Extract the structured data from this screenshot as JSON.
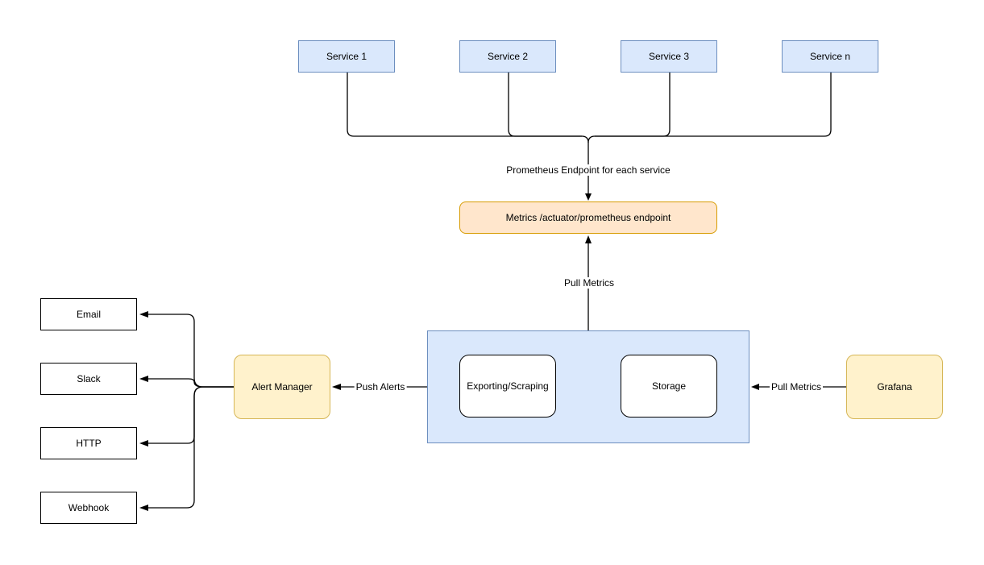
{
  "diagram": {
    "type": "architecture-flow",
    "background": "#ffffff"
  },
  "colors": {
    "service_fill": "#dae8fc",
    "service_stroke": "#6c8ebf",
    "container_fill": "#dae8fc",
    "container_stroke": "#6c8ebf",
    "metrics_fill": "#ffe6cc",
    "metrics_stroke": "#d79b00",
    "accent_fill": "#fff2cc",
    "accent_stroke": "#d6b656",
    "plain_fill": "#ffffff",
    "line_color": "#000000",
    "text_color": "#000000"
  },
  "nodes": {
    "services": [
      {
        "label": "Service 1"
      },
      {
        "label": "Service 2"
      },
      {
        "label": "Service 3"
      },
      {
        "label": "Service n"
      }
    ],
    "metrics_endpoint": {
      "label": "Metrics /actuator/prometheus endpoint"
    },
    "prometheus_container": {
      "exporting": {
        "label": "Exporting/Scraping"
      },
      "storage": {
        "label": "Storage"
      }
    },
    "alert_manager": {
      "label": "Alert Manager"
    },
    "grafana": {
      "label": "Grafana"
    },
    "receivers": [
      {
        "label": "Email"
      },
      {
        "label": "Slack"
      },
      {
        "label": "HTTP"
      },
      {
        "label": "Webhook"
      }
    ]
  },
  "edge_labels": {
    "prometheus_endpoint": "Prometheus Endpoint for each service",
    "pull_metrics_center": "Pull Metrics",
    "push_alerts": "Push Alerts",
    "pull_metrics_grafana": "Pull Metrics"
  }
}
